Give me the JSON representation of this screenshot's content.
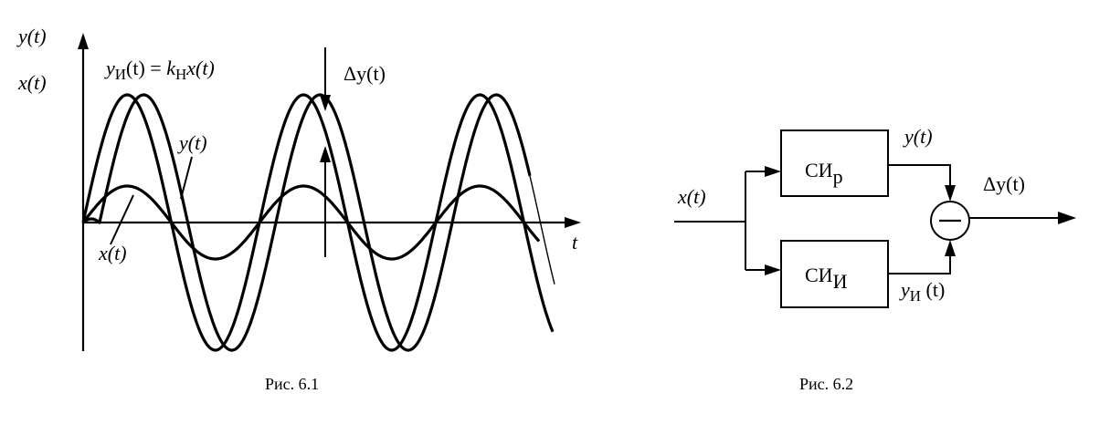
{
  "figure1": {
    "y_axis_label_1": "y(t)",
    "y_axis_label_2": "x(t)",
    "time_axis_label": "t",
    "ideal_eq_lhs": "y",
    "ideal_eq_lhs_sub": "И",
    "ideal_eq_mid": "(t) = ",
    "ideal_eq_k": "k",
    "ideal_eq_k_sub": "Н",
    "ideal_eq_rhs": "x(t)",
    "delta_label": "Δy(t)",
    "curve_y_label": "y(t)",
    "curve_x_label": "x(t)",
    "caption": "Рис. 6.1"
  },
  "figure2": {
    "input_label": "x(t)",
    "block_real_main": "СИ",
    "block_real_sub": "р",
    "block_ideal_main": "СИ",
    "block_ideal_sub": "И",
    "output_real_label": "y(t)",
    "output_ideal_main": "y",
    "output_ideal_sub": "И",
    "output_ideal_tail": " (t)",
    "summer_symbol": "−",
    "delta_out_label": "Δy(t)",
    "caption": "Рис. 6.2"
  }
}
